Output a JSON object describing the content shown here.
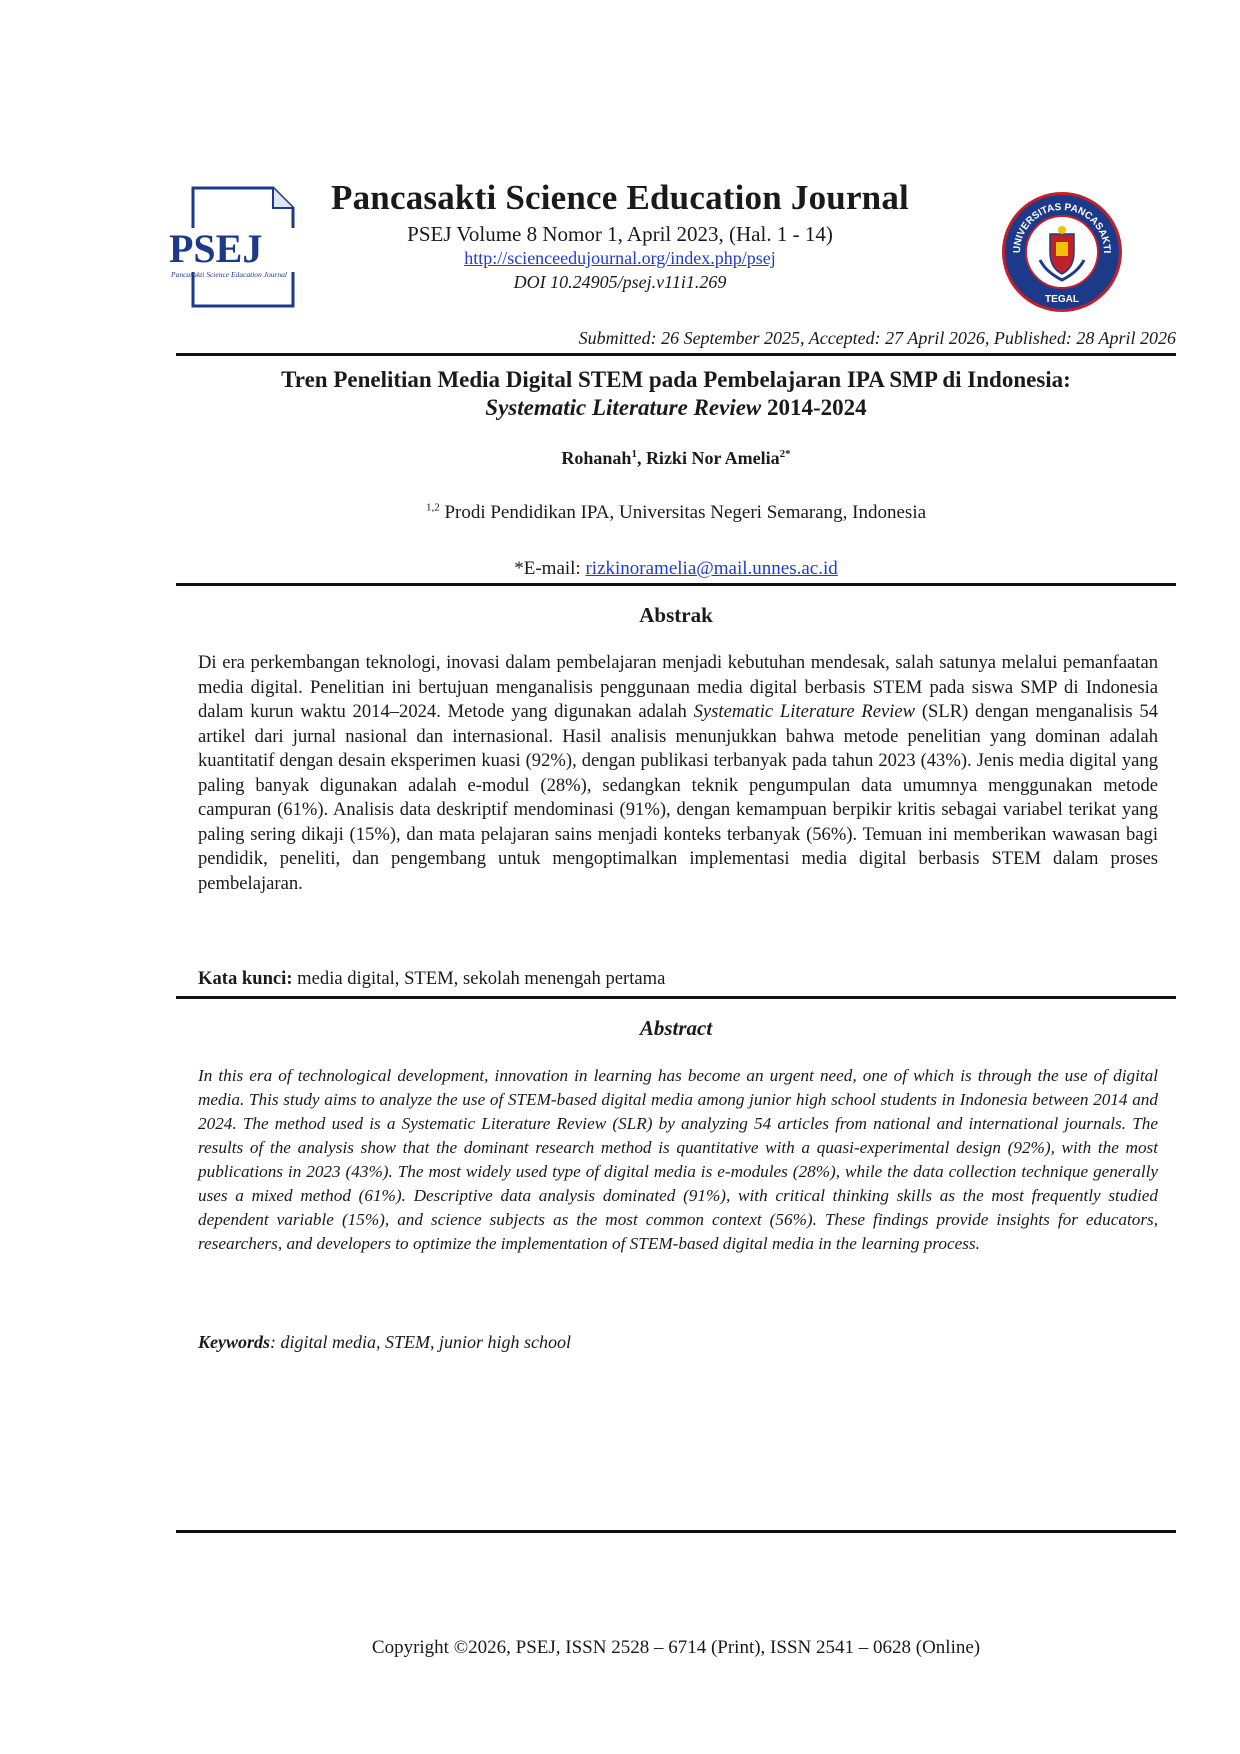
{
  "header": {
    "logo_text": "PSEJ",
    "logo_subtitle": "Pancasakti Science Education Journal",
    "journal_title": "Pancasakti Science Education Journal",
    "volume_line": "PSEJ Volume 8 Nomor 1, April 2023, (Hal. 1 - 14)",
    "url": "http://scienceedujournal.org/index.php/psej",
    "doi": "DOI 10.24905/psej.v11i1.269",
    "univ_logo_text_top": "UNIVERSITAS PANCASAKTI",
    "univ_logo_text_bottom": "TEGAL"
  },
  "dates": "Submitted: 26 September 2025, Accepted: 27 April 2026, Published: 28 April 2026",
  "title": {
    "line1": "Tren Penelitian Media Digital STEM pada Pembelajaran IPA SMP di Indonesia:",
    "line2_italic": "Systematic Literature Review",
    "line2_rest": " 2014-2024"
  },
  "authors": {
    "author1": "Rohanah",
    "author1_sup": "1",
    "sep": ", ",
    "author2": "Rizki Nor Amelia",
    "author2_sup": "2*"
  },
  "affiliation": {
    "sup": "1,2",
    "text": " Prodi Pendidikan IPA, Universitas Negeri Semarang, Indonesia"
  },
  "email": {
    "label": "*E-mail: ",
    "address": " rizkinoramelia@mail.unnes.ac.id "
  },
  "abstrak": {
    "heading": "Abstrak",
    "part1": "Di era perkembangan teknologi, inovasi dalam pembelajaran menjadi kebutuhan mendesak, salah satunya melalui pemanfaatan media digital. Penelitian ini bertujuan menganalisis penggunaan media digital berbasis STEM pada siswa SMP di Indonesia dalam kurun waktu 2014–2024. Metode yang digunakan adalah ",
    "italic": "Systematic Literature Review",
    "part2": " (SLR) dengan menganalisis 54 artikel dari jurnal nasional dan internasional. Hasil analisis menunjukkan bahwa metode penelitian yang dominan adalah kuantitatif dengan desain eksperimen kuasi (92%), dengan publikasi terbanyak pada tahun 2023 (43%). Jenis media digital yang paling banyak digunakan adalah e-modul (28%), sedangkan teknik pengumpulan data umumnya menggunakan metode campuran (61%). Analisis data deskriptif mendominasi (91%), dengan kemampuan berpikir kritis sebagai variabel terikat yang paling sering dikaji (15%), dan mata pelajaran sains menjadi konteks terbanyak (56%). Temuan ini memberikan wawasan bagi pendidik, peneliti, dan pengembang untuk mengoptimalkan implementasi media digital berbasis STEM dalam proses pembelajaran.",
    "kata_kunci_label": "Kata kunci:",
    "kata_kunci_value": " media digital, STEM, sekolah menengah pertama"
  },
  "abstract": {
    "heading": "Abstract",
    "body": "In this era of technological development, innovation in learning has become an urgent need, one of which is through the use of digital media. This study aims to analyze the use of STEM-based digital media among junior high school students in Indonesia between 2014 and 2024. The method used is a Systematic Literature Review (SLR) by analyzing 54 articles from national and international journals. The results of the analysis show that the dominant research method is quantitative with a quasi-experimental design (92%), with the most publications in 2023 (43%). The most widely used type of digital media is e-modules (28%), while the data collection technique generally uses a mixed method (61%). Descriptive data analysis dominated (91%), with critical thinking skills as the most frequently studied dependent variable (15%), and science subjects as the most common context (56%). These findings provide insights for educators, researchers, and developers to optimize the implementation of STEM-based digital media in the learning process.",
    "keywords_label": "Keywords",
    "keywords_value": ": digital media, STEM, junior high school"
  },
  "footer": {
    "copyright": "Copyright ©2026, PSEJ, ISSN 2528 – 6714 (Print), ISSN 2541 – 0628 (Online)"
  },
  "colors": {
    "link": "#1f3ad8",
    "logo_blue": "#1d3a8a",
    "seal_red": "#c0202a"
  }
}
